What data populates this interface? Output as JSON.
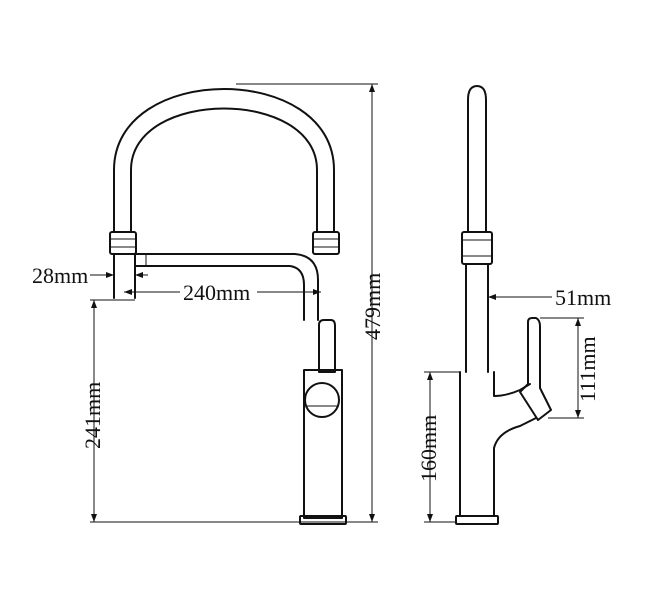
{
  "diagram": {
    "front_view": {
      "dimensions": {
        "sprayer_offset": "28mm",
        "reach": "240mm",
        "total_height": "479mm",
        "spout_height": "241mm"
      }
    },
    "side_view": {
      "dimensions": {
        "body_diameter": "51mm",
        "handle_height": "111mm",
        "body_height": "160mm"
      }
    },
    "line_color": "#111111",
    "background": "#ffffff"
  }
}
